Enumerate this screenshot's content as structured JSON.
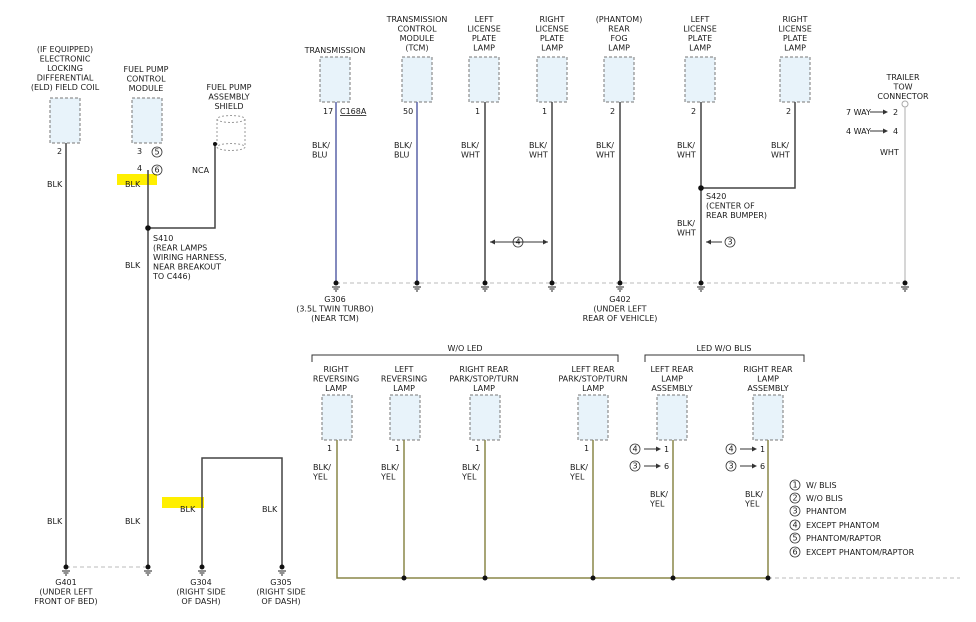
{
  "components": {
    "eld": [
      "(IF EQUIPPED)",
      "ELECTRONIC",
      "LOCKING",
      "DIFFERENTIAL",
      "(ELD) FIELD COIL"
    ],
    "fppcm": [
      "FUEL PUMP",
      "CONTROL",
      "MODULE"
    ],
    "fpshield": [
      "FUEL PUMP",
      "ASSEMBLY",
      "SHIELD"
    ],
    "trans": [
      "TRANSMISSION"
    ],
    "tcm": [
      "TRANSMISSION",
      "CONTROL",
      "MODULE",
      "(TCM)"
    ],
    "llp1": [
      "LEFT",
      "LICENSE",
      "PLATE",
      "LAMP"
    ],
    "rlp1": [
      "RIGHT",
      "LICENSE",
      "PLATE",
      "LAMP"
    ],
    "fog": [
      "(PHANTOM)",
      "REAR",
      "FOG",
      "LAMP"
    ],
    "llp2": [
      "LEFT",
      "LICENSE",
      "PLATE",
      "LAMP"
    ],
    "rlp2": [
      "RIGHT",
      "LICENSE",
      "PLATE",
      "LAMP"
    ],
    "trailer": [
      "TRAILER",
      "TOW",
      "CONNECTOR"
    ],
    "rrev": [
      "RIGHT",
      "REVERSING",
      "LAMP"
    ],
    "lrev": [
      "LEFT",
      "REVERSING",
      "LAMP"
    ],
    "rpark": [
      "RIGHT REAR",
      "PARK/STOP/TURN",
      "LAMP"
    ],
    "lpark": [
      "LEFT REAR",
      "PARK/STOP/TURN",
      "LAMP"
    ],
    "lrla": [
      "LEFT REAR",
      "LAMP",
      "ASSEMBLY"
    ],
    "rrla": [
      "RIGHT REAR",
      "LAMP",
      "ASSEMBLY"
    ]
  },
  "pins": {
    "eld": "2",
    "fppcm_a": "3",
    "fppcm_b": "4",
    "trans": "17",
    "tcm": "50",
    "llp1": "1",
    "rlp1": "1",
    "fog": "2",
    "llp2": "2",
    "rlp2": "2",
    "tr_a": "2",
    "tr_b": "4",
    "rrev": "1",
    "lrev": "1",
    "rpark": "1",
    "lpark": "1",
    "lrla_a": "1",
    "lrla_b": "6",
    "rrla_a": "1",
    "rrla_b": "6"
  },
  "connector_ref": "C168A",
  "trailer_ways": [
    "7 WAY",
    "4 WAY"
  ],
  "circles": {
    "c5": "5",
    "c6": "6",
    "c4a": "4",
    "c3a": "3",
    "c4b": "4",
    "c3b": "3",
    "c4c": "4",
    "c3c": "3"
  },
  "wires": {
    "eld_top": "BLK",
    "fppcm_top": "BLK",
    "fppcm_mid": "BLK",
    "eld_bot": "BLK",
    "fppcm_bot": "BLK",
    "g304": "BLK",
    "g305": "BLK",
    "nca": "NCA",
    "trans": [
      "BLK/",
      "BLU"
    ],
    "tcm": [
      "BLK/",
      "BLU"
    ],
    "llp1": [
      "BLK/",
      "WHT"
    ],
    "rlp1": [
      "BLK/",
      "WHT"
    ],
    "fog": [
      "BLK/",
      "WHT"
    ],
    "llp2": [
      "BLK/",
      "WHT"
    ],
    "rlp2": [
      "BLK/",
      "WHT"
    ],
    "llp2_low": [
      "BLK/",
      "WHT"
    ],
    "trailer": "WHT",
    "rrev": [
      "BLK/",
      "YEL"
    ],
    "lrev": [
      "BLK/",
      "YEL"
    ],
    "rpark": [
      "BLK/",
      "YEL"
    ],
    "lpark": [
      "BLK/",
      "YEL"
    ],
    "lrla": [
      "BLK/",
      "YEL"
    ],
    "rrla": [
      "BLK/",
      "YEL"
    ]
  },
  "splices": {
    "s410": [
      "S410",
      "(REAR LAMPS",
      "WIRING HARNESS,",
      "NEAR BREAKOUT",
      "TO C446)"
    ],
    "s420": [
      "S420",
      "(CENTER OF",
      "REAR BUMPER)"
    ]
  },
  "grounds": {
    "g306": [
      "G306",
      "(3.5L TWIN TURBO)",
      "(NEAR TCM)"
    ],
    "g402": [
      "G402",
      "(UNDER LEFT",
      "REAR OF VEHICLE)"
    ],
    "g401": [
      "G401",
      "(UNDER LEFT",
      "FRONT OF BED)"
    ],
    "g304": [
      "G304",
      "(RIGHT SIDE",
      "OF DASH)"
    ],
    "g305": [
      "G305",
      "(RIGHT SIDE",
      "OF DASH)"
    ]
  },
  "groups": {
    "wo_led": "W/O LED",
    "led_wo_blis": "LED W/O BLIS"
  },
  "legend": [
    {
      "num": "1",
      "text": "W/ BLIS"
    },
    {
      "num": "2",
      "text": "W/O BLIS"
    },
    {
      "num": "3",
      "text": "PHANTOM"
    },
    {
      "num": "4",
      "text": "EXCEPT PHANTOM"
    },
    {
      "num": "5",
      "text": "PHANTOM/RAPTOR"
    },
    {
      "num": "6",
      "text": "EXCEPT PHANTOM/RAPTOR"
    }
  ],
  "colors": {
    "blk": "#444444",
    "blu": "#5a63a8",
    "wht": "#c8c8c8",
    "yel": "#8a8748",
    "box_fill": "#e8f3fa",
    "highlight": "#ffef00"
  }
}
